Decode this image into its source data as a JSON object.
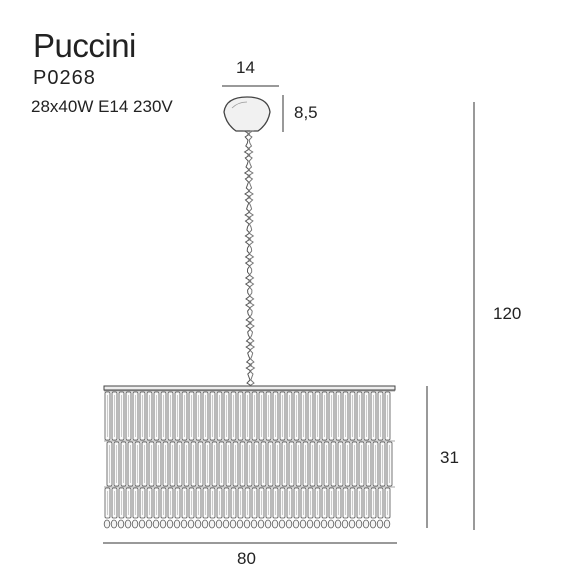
{
  "product": {
    "name": "Puccini",
    "code": "P0268",
    "spec": "28x40W E14 230V"
  },
  "dimensions": {
    "canopy_width": "14",
    "canopy_height": "8,5",
    "total_height": "120",
    "shade_height": "31",
    "shade_diameter": "80"
  }
}
